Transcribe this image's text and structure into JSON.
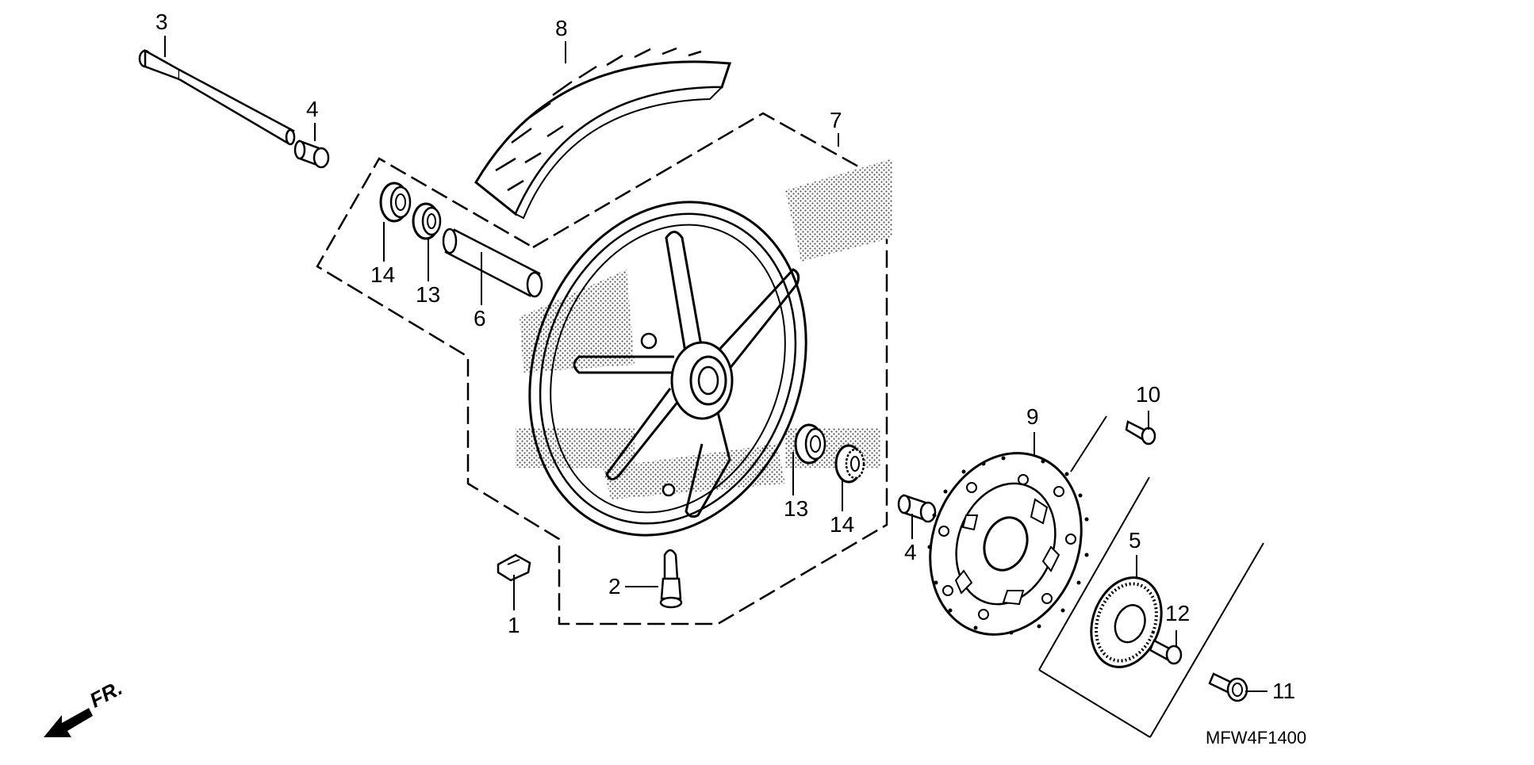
{
  "diagram": {
    "code": "MFW4F1400",
    "direction_label": "FR.",
    "direction_icon": "front-arrow-icon",
    "parts": [
      {
        "id": "cushion",
        "label": "1"
      },
      {
        "id": "valve",
        "label": "2"
      },
      {
        "id": "axle",
        "label": "3"
      },
      {
        "id": "collar-left",
        "label": "4"
      },
      {
        "id": "collar-right",
        "label": "4"
      },
      {
        "id": "pulser-ring",
        "label": "5"
      },
      {
        "id": "distance-collar",
        "label": "6"
      },
      {
        "id": "wheel-rim",
        "label": "7"
      },
      {
        "id": "tire",
        "label": "8"
      },
      {
        "id": "brake-disc",
        "label": "9"
      },
      {
        "id": "bolt-10",
        "label": "10"
      },
      {
        "id": "bolt-11",
        "label": "11"
      },
      {
        "id": "bolt-12",
        "label": "12"
      },
      {
        "id": "dust-seal-left",
        "label": "13"
      },
      {
        "id": "dust-seal-right",
        "label": "13"
      },
      {
        "id": "bearing-left",
        "label": "14"
      },
      {
        "id": "bearing-right",
        "label": "14"
      }
    ]
  }
}
